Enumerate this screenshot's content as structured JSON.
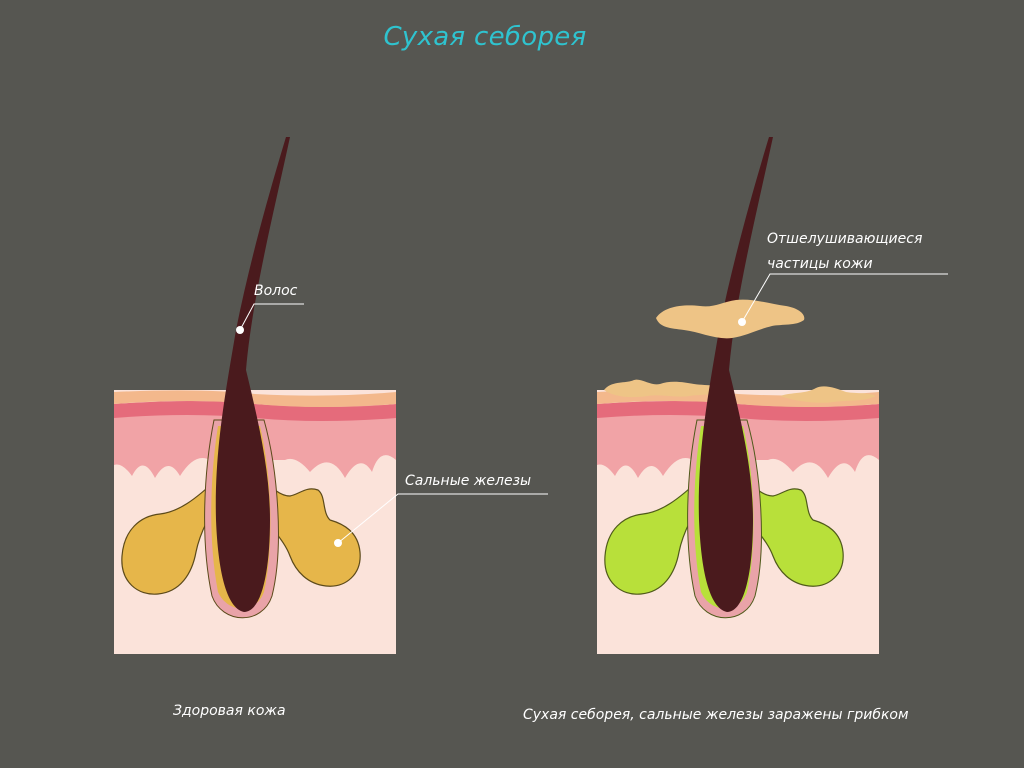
{
  "title": "Сухая себорея",
  "labels": {
    "hair": "Волос",
    "glands": "Сальные железы",
    "flakes_line1": "Отшелушивающиеся",
    "flakes_line2": "частицы кожи"
  },
  "captions": {
    "healthy": "Здоровая кожа",
    "infected": "Сухая себорея, сальные железы заражены грибком"
  },
  "colors": {
    "background": "#565651",
    "title": "#2fc3cf",
    "dermis": "#fbe3da",
    "epidermis": "#f1a3a6",
    "stratum": "#e56b7b",
    "surface": "#f3b88c",
    "hair": "#4a1a1d",
    "healthy_gland": "#e6b64a",
    "infected_gland": "#b8e03a",
    "flakes": "#eec486"
  }
}
